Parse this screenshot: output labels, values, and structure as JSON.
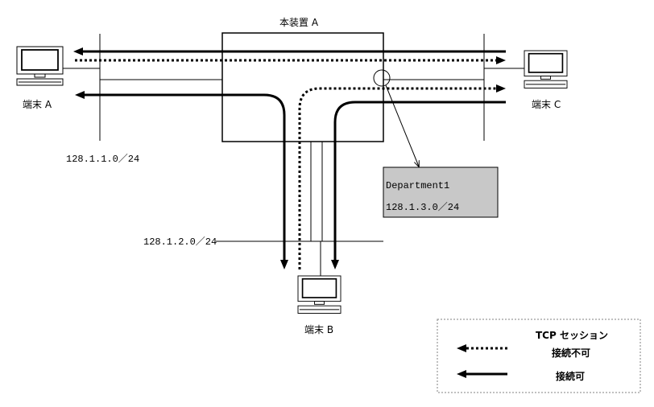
{
  "device": {
    "title": "本装置 A"
  },
  "terminals": {
    "a": {
      "label": "端末 A",
      "icon": "computer-icon"
    },
    "b": {
      "label": "端末 B",
      "icon": "computer-icon"
    },
    "c": {
      "label": "端末 C",
      "icon": "computer-icon"
    }
  },
  "networks": {
    "segment_1": "128.1.1.0／24",
    "segment_2": "128.1.2.0／24"
  },
  "department": {
    "name": "Department1",
    "network": "128.1.3.0／24"
  },
  "legend": {
    "title": "TCP セッション",
    "blocked_label": "接続不可",
    "allowed_label": "接続可"
  },
  "colors": {
    "line": "#000000",
    "department_fill": "#c8c8c8",
    "legend_border": "#808080",
    "background": "#ffffff"
  }
}
